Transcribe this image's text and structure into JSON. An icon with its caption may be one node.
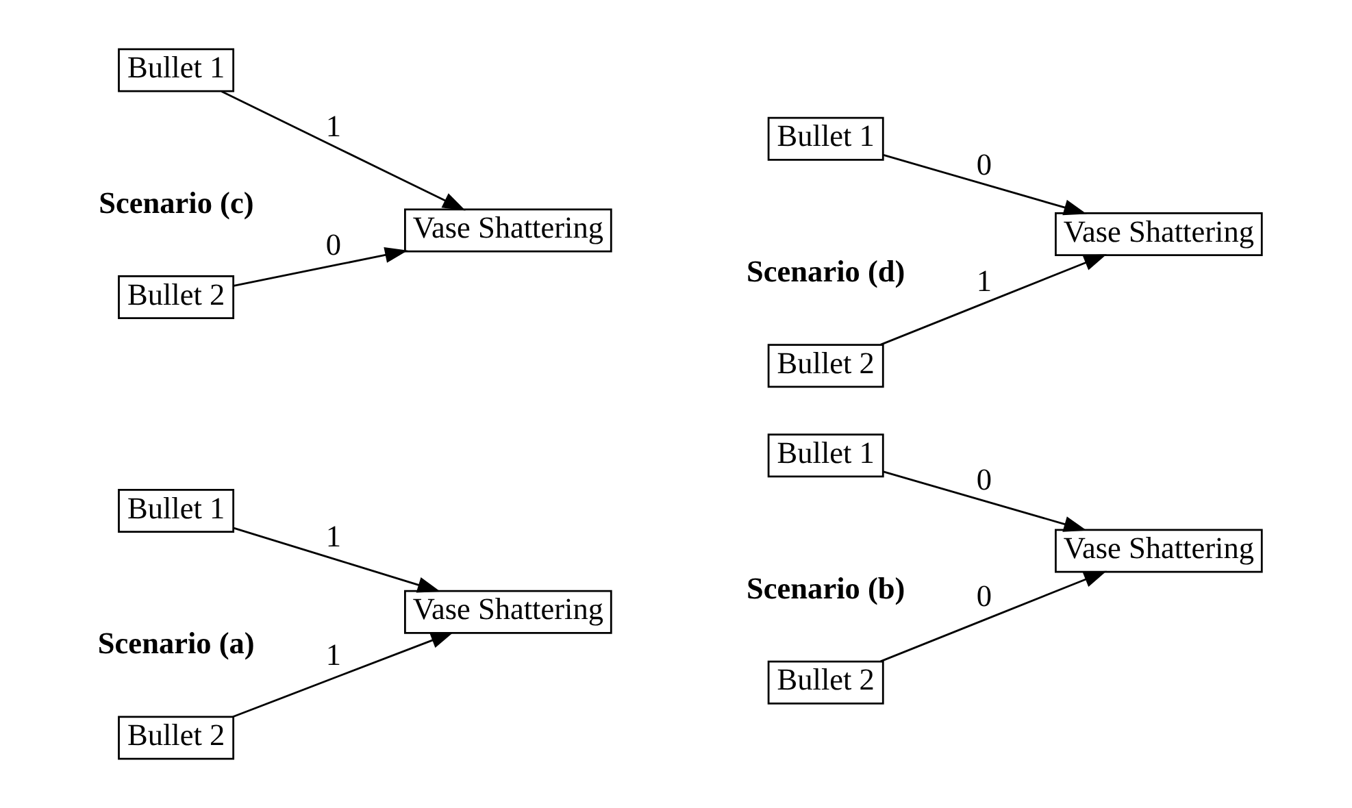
{
  "diagram": {
    "nodes": [
      {
        "text": [
          "Bullet 1"
        ]
      },
      {
        "text": [
          "Bullet 2"
        ]
      },
      {
        "text": [
          "Vase Shattering"
        ]
      },
      {
        "text": [
          "Bullet 1"
        ]
      },
      {
        "text": [
          "Bullet 2"
        ]
      },
      {
        "text": [
          "Vase Shattering"
        ]
      },
      {
        "text": [
          "Bullet 1"
        ]
      },
      {
        "text": [
          "Bullet 2"
        ]
      },
      {
        "text": [
          "Vase Shattering"
        ]
      },
      {
        "text": [
          "Bullet 1"
        ]
      },
      {
        "text": [
          "Bullet 2"
        ]
      },
      {
        "text": [
          "Vase Shattering"
        ]
      }
    ],
    "edges": [
      {
        "from": 0,
        "to": 2,
        "arrow": "to",
        "label": "1"
      },
      {
        "from": 1,
        "to": 2,
        "arrow": "to",
        "label": "1"
      },
      {
        "from": 3,
        "to": 5,
        "arrow": "to",
        "label": "0"
      },
      {
        "from": 4,
        "to": 5,
        "arrow": "to",
        "label": "0"
      },
      {
        "from": 6,
        "to": 8,
        "arrow": "to",
        "label": "1"
      },
      {
        "from": 7,
        "to": 8,
        "arrow": "to",
        "label": "0"
      },
      {
        "from": 9,
        "to": 11,
        "arrow": "to",
        "label": "0"
      },
      {
        "from": 10,
        "to": 11,
        "arrow": "to",
        "label": "1"
      }
    ],
    "labels": [
      "Scenario (a)",
      "Scenario (b)",
      "Scenario (c)",
      "Scenario (d)"
    ]
  }
}
